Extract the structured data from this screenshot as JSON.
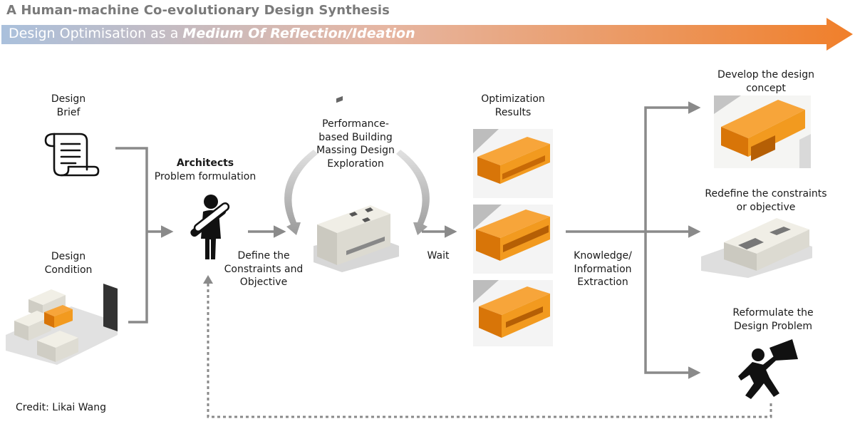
{
  "header": {
    "title": "A Human-machine Co-evolutionary Design Synthesis",
    "banner_prefix": "Design Optimisation as a ",
    "banner_emphasis": "Medium Of Reflection/Ideation",
    "banner_gradient": [
      "#aac0dc",
      "#f07f2a"
    ]
  },
  "colors": {
    "accent_orange": "#f29a1f",
    "arrow_gray": "#8a8a8a",
    "massing_gray": "#e8e6de"
  },
  "inputs": {
    "design_brief": "Design\nBrief",
    "design_condition": "Design\nCondition"
  },
  "architects": {
    "title": "Architects",
    "subtitle": "Problem formulation"
  },
  "steps": {
    "define": "Define the\nConstraints and\nObjective",
    "exploration": "Performance-\nbased Building\nMassing Design\nExploration",
    "wait": "Wait",
    "results": "Optimization\nResults",
    "knowledge": "Knowledge/\nInformation\nExtraction"
  },
  "outcomes": {
    "develop": "Develop the design\nconcept",
    "redefine": "Redefine the constraints\nor objective",
    "reformulate": "Reformulate the\nDesign Problem"
  },
  "credit": "Credit: Likai Wang",
  "icons": [
    "scroll-icon",
    "architect-person-icon",
    "explorer-flashlight-icon"
  ]
}
